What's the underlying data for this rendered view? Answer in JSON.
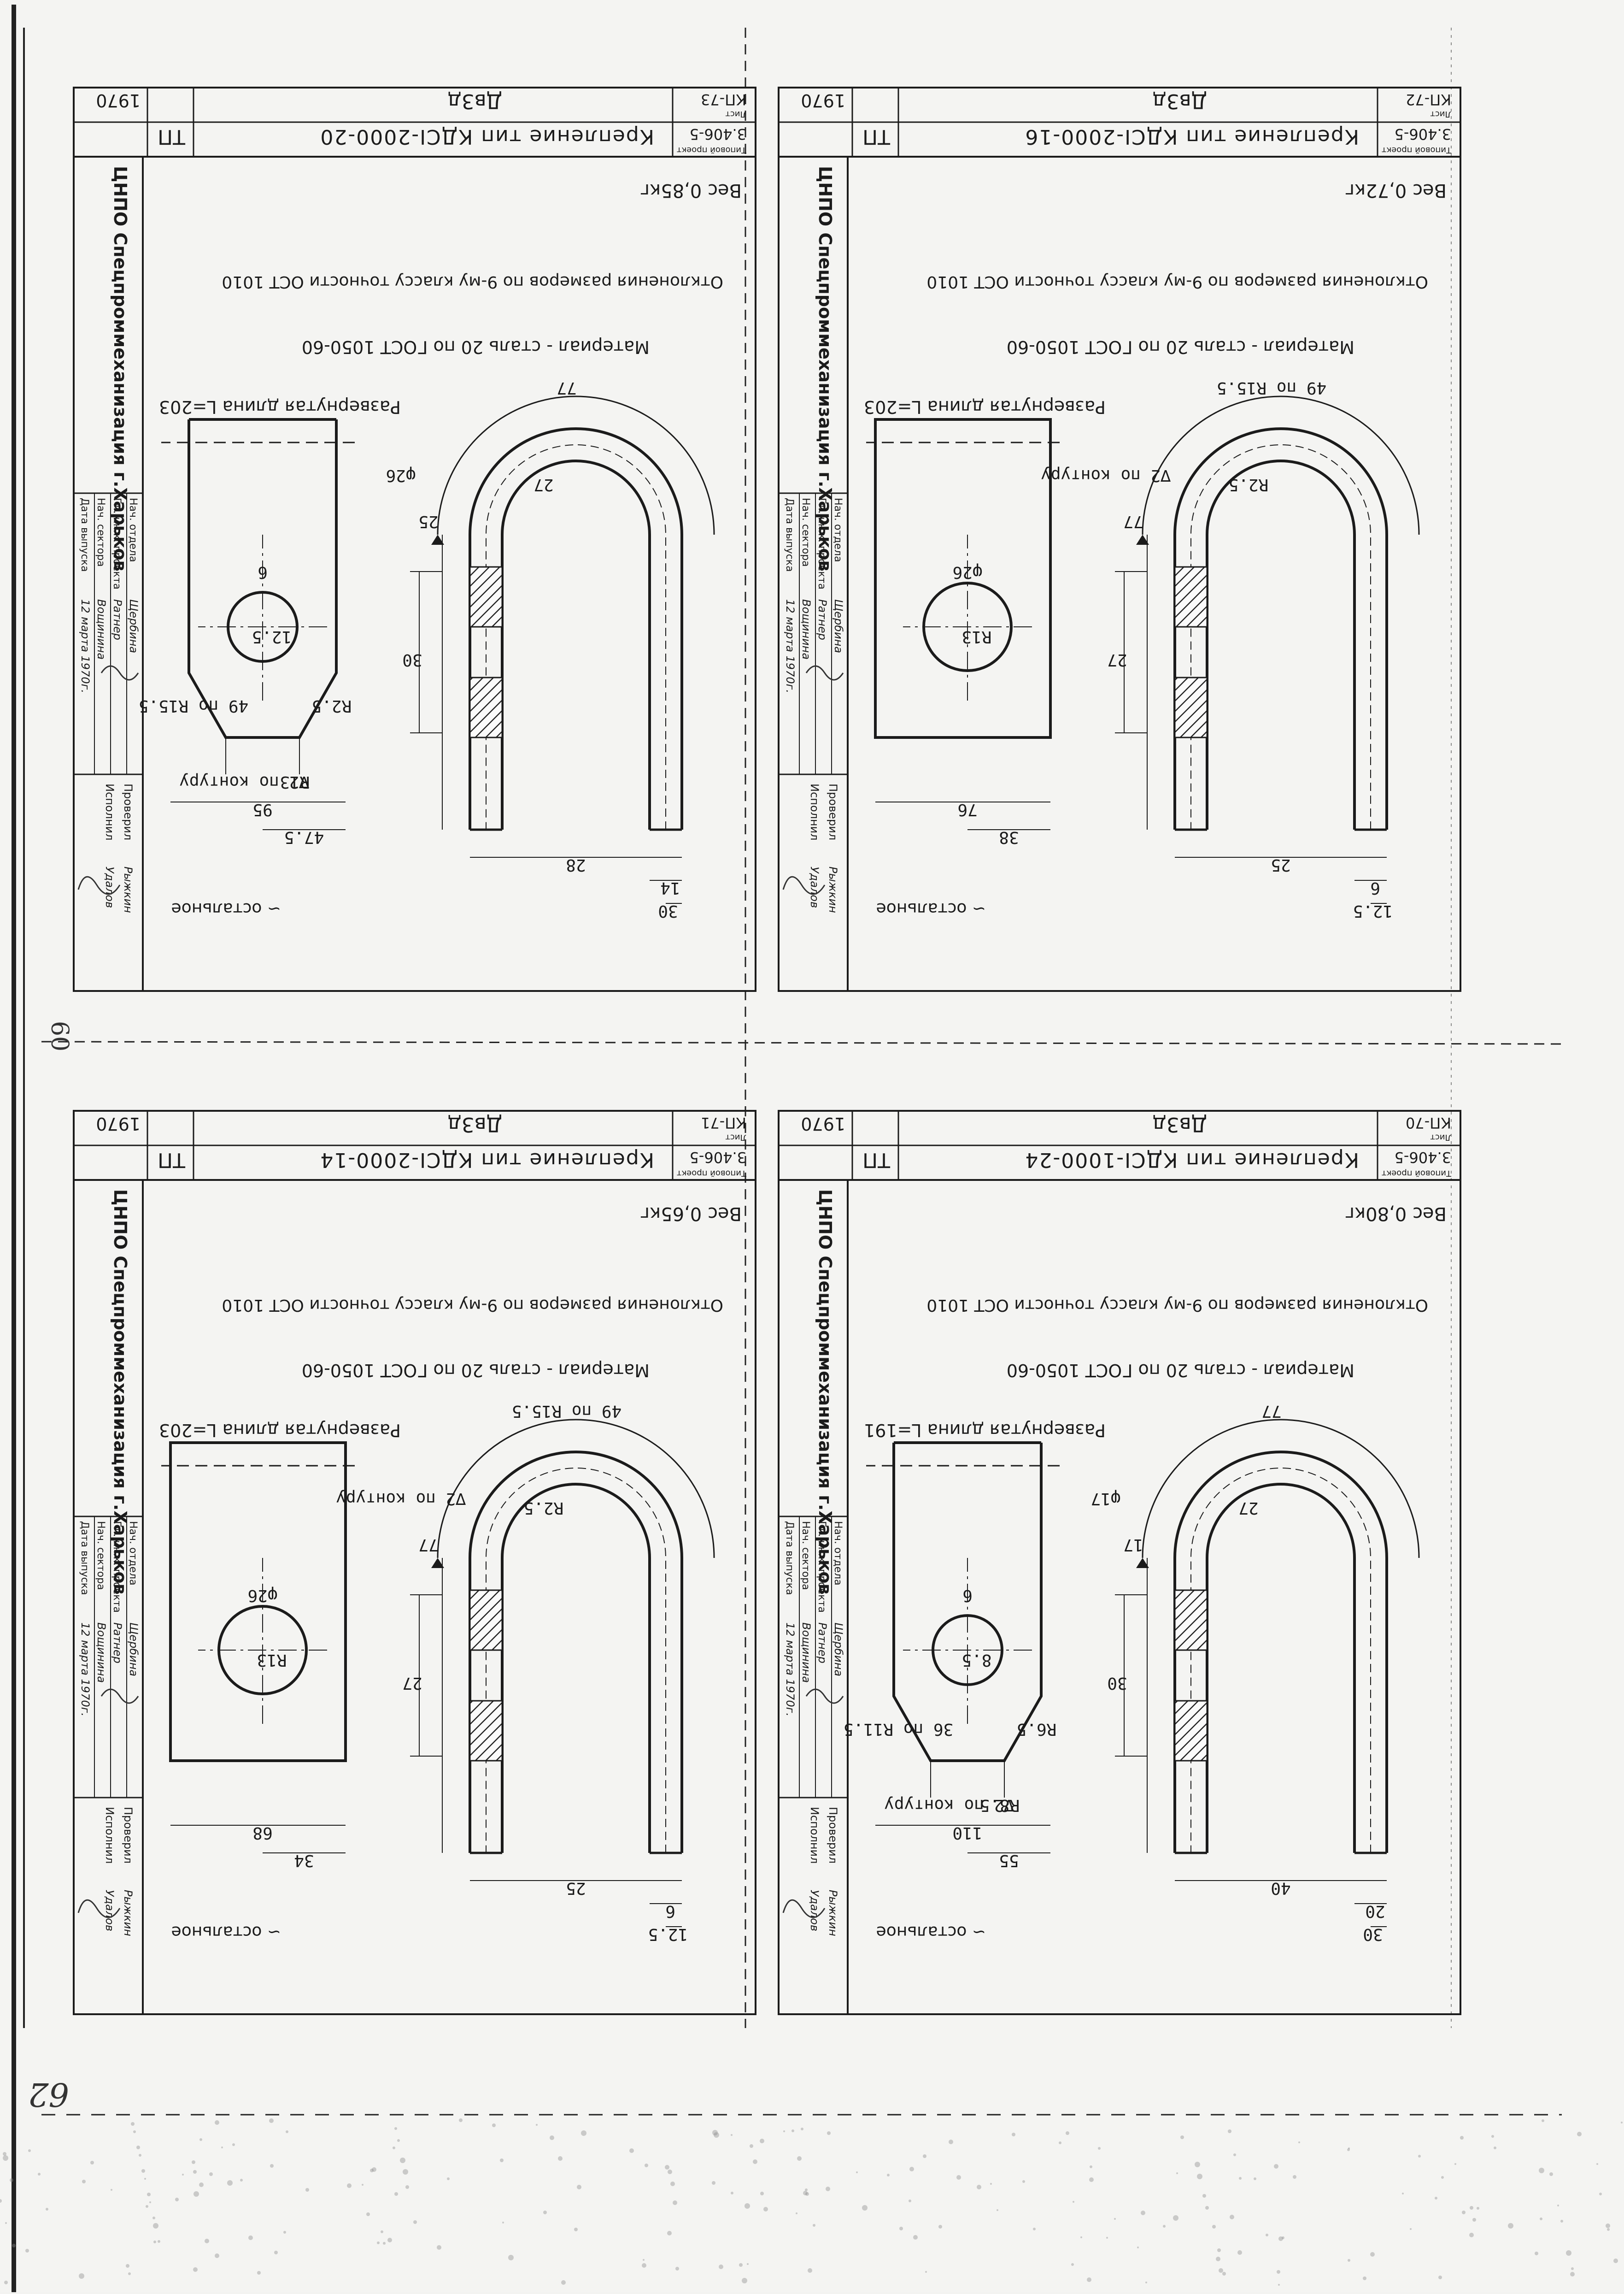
{
  "sheet": {
    "page_number": "60",
    "corner_mark": "62",
    "kind": "Scanned engineering drawing sheet — four fastener drawings (upside-down print)"
  },
  "drawings": [
    {
      "id": "top-right",
      "title": "Крепление тип КДСI-2000-16",
      "series": "3.406-5",
      "series_caption": "Типовой проект",
      "sheet_no": "КП-72",
      "sheet_caption": "Лист",
      "stage": "ТП",
      "year": "1970",
      "format": "Дв3д",
      "weight": "Вес 0,72кг",
      "tolerance_note": "Отклонения размеров по 9-му классу точности ОСТ 1010",
      "material_note": "Материал - сталь 20 по ГОСТ 1050-60",
      "blank_length": "Развернутая длина L=203",
      "rest_note": "∽ остальное",
      "dims": [
        "76",
        "38",
        "25",
        "6",
        "12.5",
        "27",
        "77",
        "φ26",
        "R13",
        "R2.5",
        "49 по R15.5",
        "∇2 по контуру"
      ],
      "org": "ЦНПО Спецпроммеханизация г.Харьков",
      "roles": [
        "Нач. отдела",
        "Гл. инж. проекта",
        "Нач. сектора",
        "Дата выпуска"
      ],
      "names": [
        "Щербина",
        "Ратнер",
        "Вощинина",
        "12 марта 1970г."
      ],
      "roles2": [
        "Проверил",
        "Исполнил"
      ],
      "names2": [
        "Рыжкин",
        "Удалов"
      ]
    },
    {
      "id": "top-left",
      "title": "Крепление тип КДСI-2000-20",
      "series": "3.406-5",
      "series_caption": "Типовой проект",
      "sheet_no": "КП-73",
      "sheet_caption": "Лист",
      "stage": "ТП",
      "year": "1970",
      "format": "Дв3д",
      "weight": "Вес 0,85кг",
      "tolerance_note": "Отклонения размеров по 9-му классу точности ОСТ 1010",
      "material_note": "Материал - сталь 20 по ГОСТ 1050-60",
      "blank_length": "Развернутая длина L=203",
      "rest_note": "∽ остальное",
      "dims": [
        "95",
        "47.5",
        "28",
        "14",
        "30",
        "30",
        "25",
        "6",
        "12.5",
        "27",
        "77",
        "φ26",
        "R13",
        "R2.5",
        "49 по R15.5",
        "∇2 по контуру"
      ],
      "org": "ЦНПО Спецпроммеханизация г.Харьков",
      "roles": [
        "Нач. отдела",
        "Гл. инж. проекта",
        "Нач. сектора",
        "Дата выпуска"
      ],
      "names": [
        "Щербина",
        "Ратнер",
        "Вощинина",
        "12 марта 1970г."
      ],
      "roles2": [
        "Проверил",
        "Исполнил"
      ],
      "names2": [
        "Рыжкин",
        "Удалов"
      ]
    },
    {
      "id": "bottom-right",
      "title": "Крепление тип КДСI-1000-24",
      "series": "3.406-5",
      "series_caption": "Типовой проект",
      "sheet_no": "КП-70",
      "sheet_caption": "Лист",
      "stage": "ТП",
      "year": "1970",
      "format": "Дв3д",
      "weight": "Вес 0,80кг",
      "tolerance_note": "Отклонения размеров по 9-му классу точности ОСТ 1010",
      "material_note": "Материал - сталь 20 по ГОСТ 1050-60",
      "blank_length": "Развернутая длина L=191",
      "rest_note": "∽ остальное",
      "dims": [
        "110",
        "55",
        "40",
        "20",
        "30",
        "30",
        "17",
        "6",
        "8.5",
        "27",
        "77",
        "φ17",
        "R8.5",
        "R6.5",
        "36 по R11.5",
        "∇2 по контуру"
      ],
      "org": "ЦНПО Спецпроммеханизация г.Харьков",
      "roles": [
        "Нач. отдела",
        "Гл. инж. проекта",
        "Нач. сектора",
        "Дата выпуска"
      ],
      "names": [
        "Щербина",
        "Ратнер",
        "Вощинина",
        "12 марта 1970г."
      ],
      "roles2": [
        "Проверил",
        "Исполнил"
      ],
      "names2": [
        "Рыжкин",
        "Удалов"
      ]
    },
    {
      "id": "bottom-left",
      "title": "Крепление тип КДСI-2000-14",
      "series": "3.406-5",
      "series_caption": "Типовой проект",
      "sheet_no": "КП-71",
      "sheet_caption": "Лист",
      "stage": "ТП",
      "year": "1970",
      "format": "Дв3д",
      "weight": "Вес 0,65кг",
      "tolerance_note": "Отклонения размеров по 9-му классу точности ОСТ 1010",
      "material_note": "Материал - сталь 20 по ГОСТ 1050-60",
      "blank_length": "Развернутая длина L=203",
      "rest_note": "∽ остальное",
      "dims": [
        "68",
        "34",
        "25",
        "6",
        "12.5",
        "27",
        "77",
        "φ26",
        "R13",
        "R2.5",
        "49 по R15.5",
        "∇2 по контуру"
      ],
      "org": "ЦНПО Спецпроммеханизация г.Харьков",
      "roles": [
        "Нач. отдела",
        "Гл. инж. проекта",
        "Нач. сектора",
        "Дата выпуска"
      ],
      "names": [
        "Щербина",
        "Ратнер",
        "Вощинина",
        "12 марта 1970г."
      ],
      "roles2": [
        "Проверил",
        "Исполнил"
      ],
      "names2": [
        "Рыжкин",
        "Удалов"
      ]
    }
  ]
}
